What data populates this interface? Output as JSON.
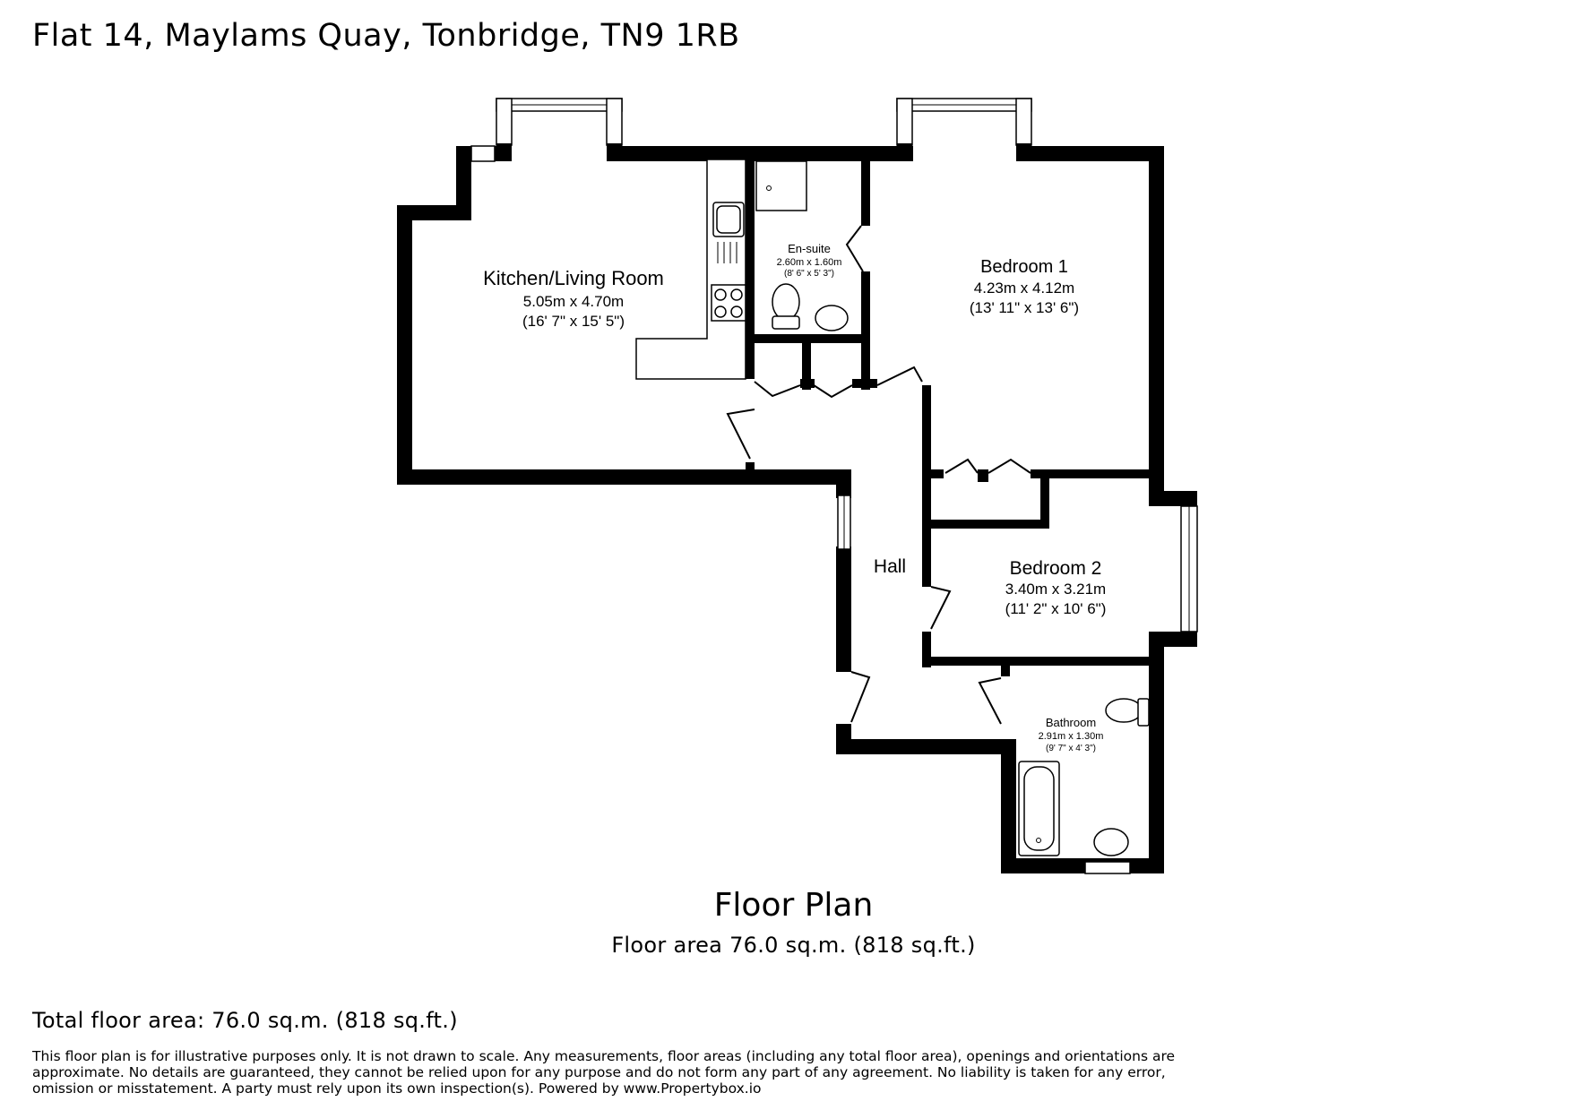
{
  "header": {
    "address": "Flat 14, Maylams Quay, Tonbridge, TN9 1RB"
  },
  "rooms": [
    {
      "id": "kitchen",
      "name": "Kitchen/Living Room",
      "metric": "5.05m x 4.70m",
      "imperial": "(16' 7\" x 15' 5\")"
    },
    {
      "id": "ensuite",
      "name": "En-suite",
      "metric": "2.60m x 1.60m",
      "imperial": "(8' 6\" x 5' 3\")"
    },
    {
      "id": "bedroom1",
      "name": "Bedroom 1",
      "metric": "4.23m x 4.12m",
      "imperial": "(13' 11\" x 13' 6\")"
    },
    {
      "id": "hall",
      "name": "Hall",
      "metric": "",
      "imperial": ""
    },
    {
      "id": "bedroom2",
      "name": "Bedroom 2",
      "metric": "3.40m x 3.21m",
      "imperial": "(11' 2\" x 10' 6\")"
    },
    {
      "id": "bathroom",
      "name": "Bathroom",
      "metric": "2.91m x 1.30m",
      "imperial": "(9' 7\" x 4' 3\")"
    }
  ],
  "footer": {
    "plan_title": "Floor Plan",
    "plan_area": "Floor area 76.0 sq.m. (818 sq.ft.)",
    "total_area": "Total floor area: 76.0 sq.m. (818 sq.ft.)",
    "disclaimer": "This floor plan is for illustrative purposes only. It is not drawn to scale. Any measurements, floor areas (including any total floor area), openings and orientations are approximate. No details are guaranteed, they cannot be relied upon for any purpose and do not form any part of any agreement. No liability is taken for any error, omission or misstatement. A party must rely upon its own inspection(s). Powered by www.Propertybox.io"
  }
}
